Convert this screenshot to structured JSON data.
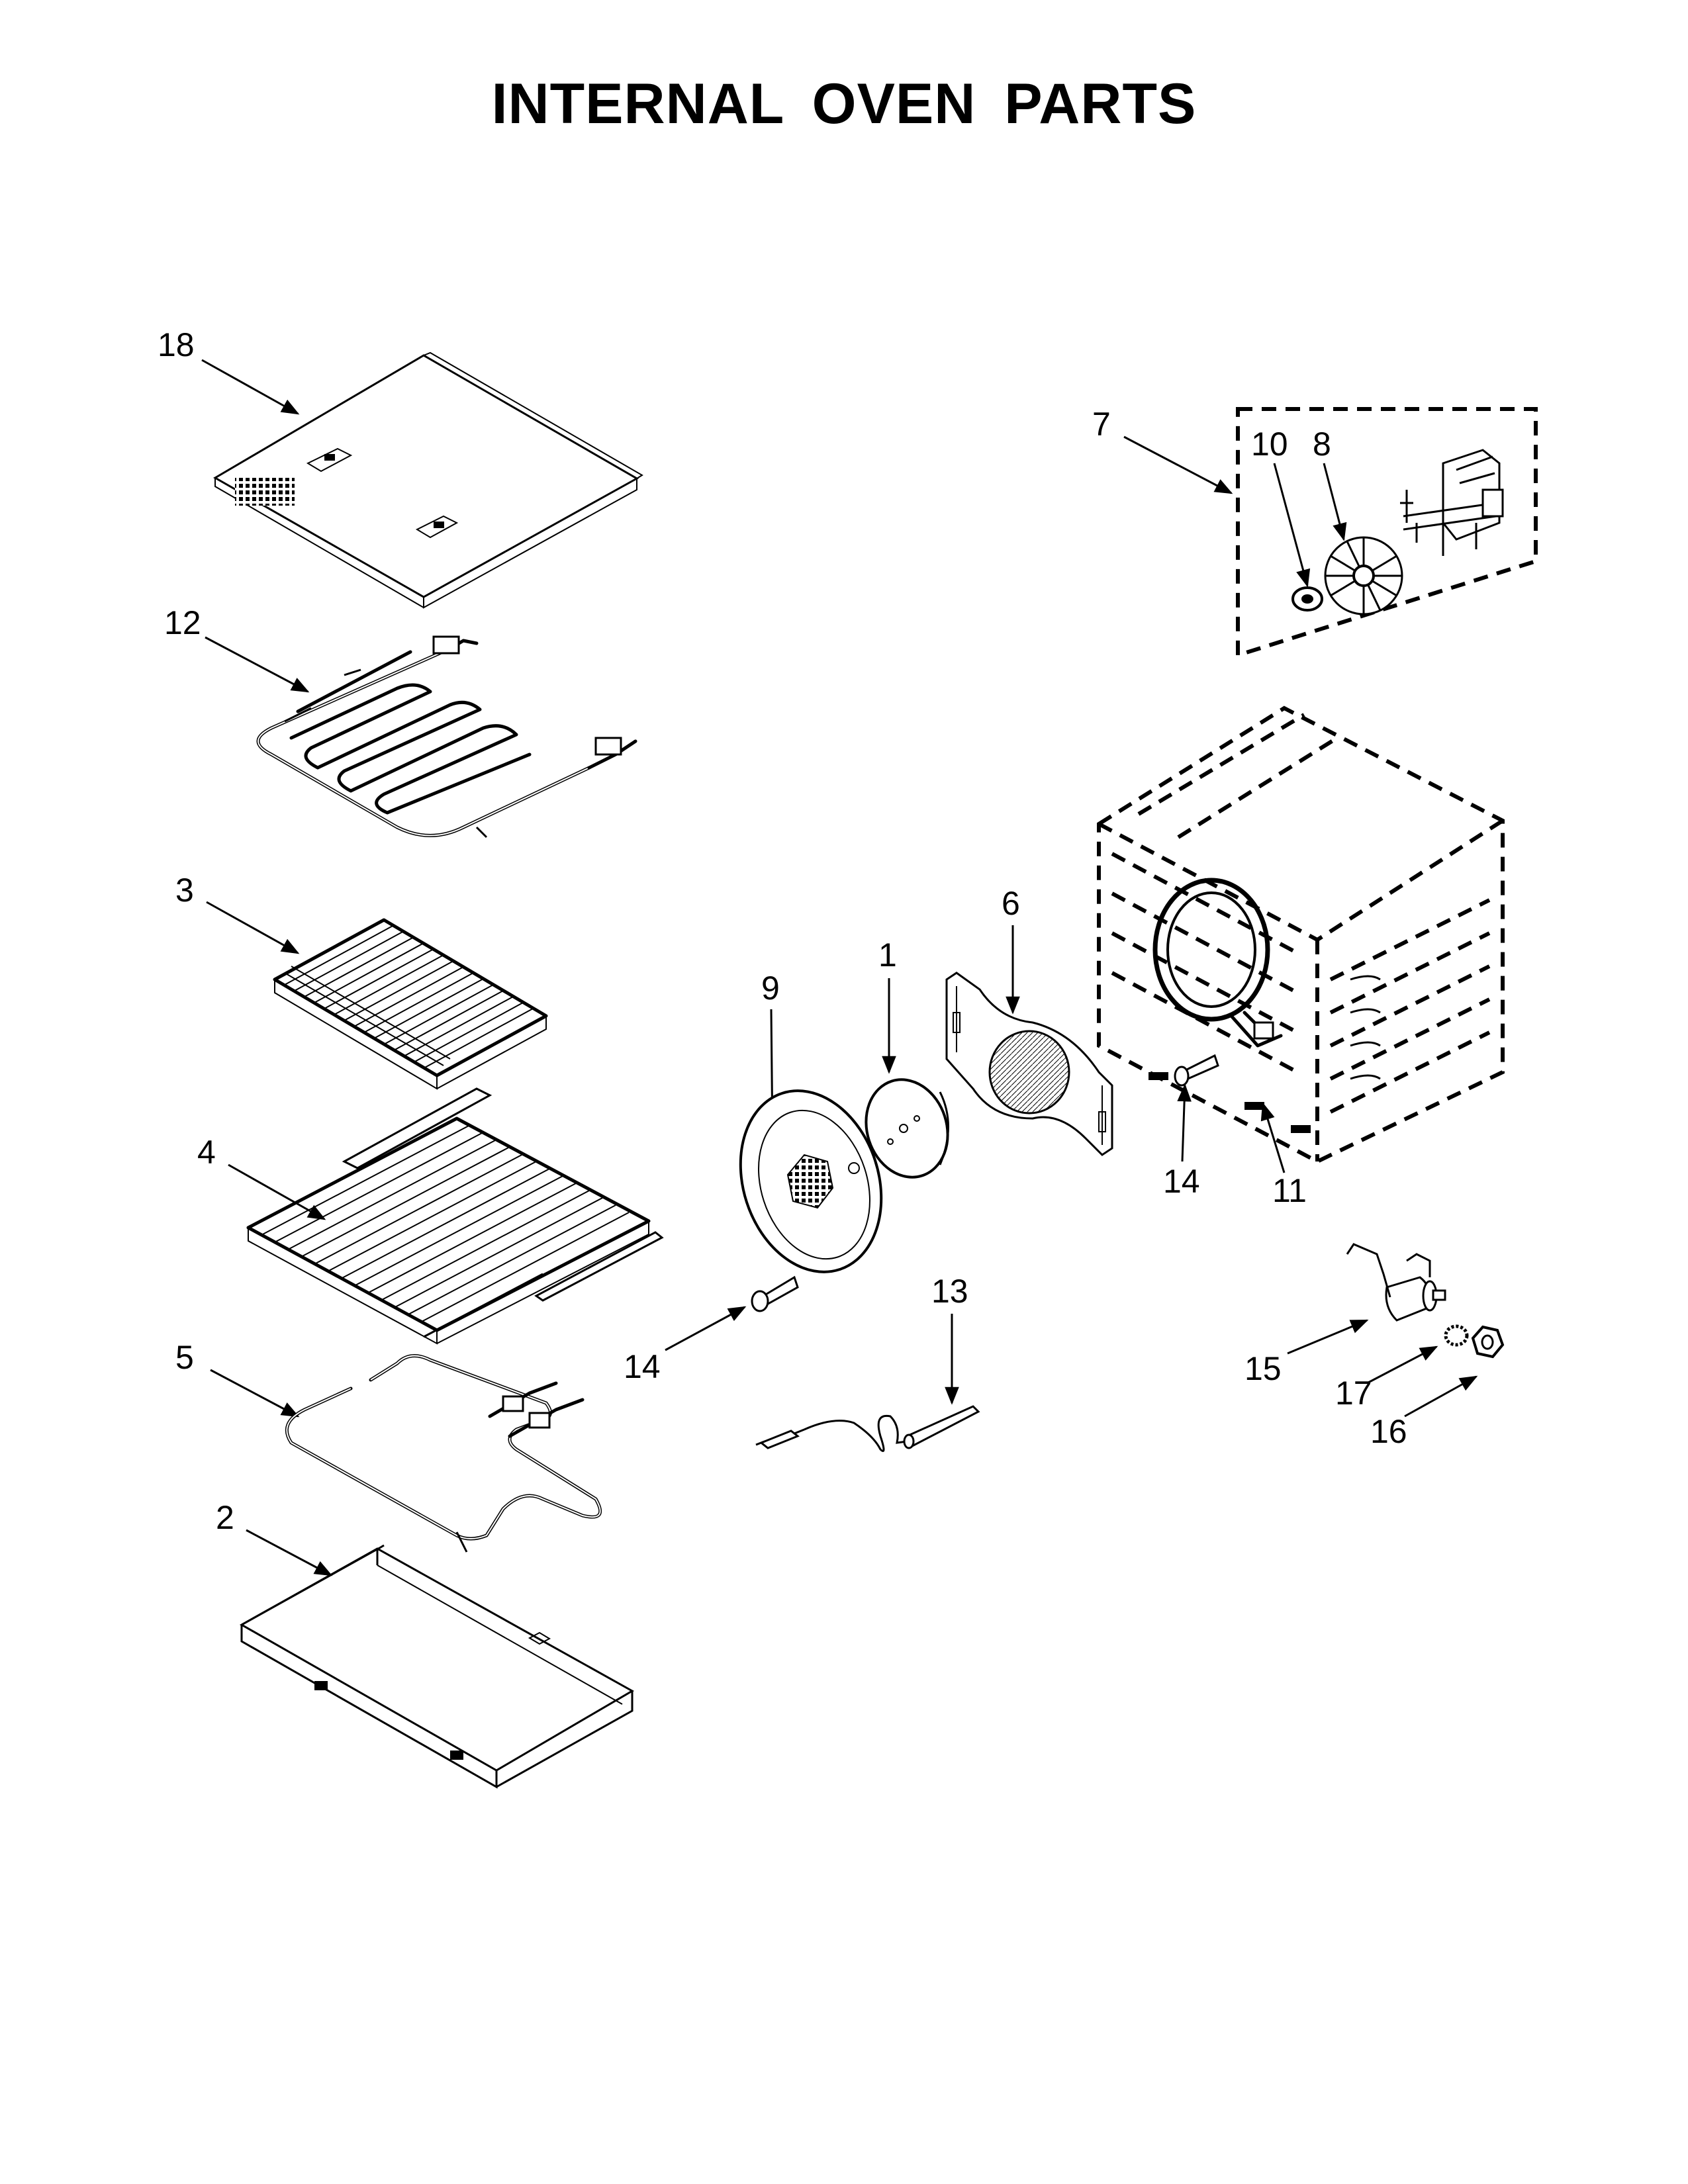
{
  "page": {
    "title": "INTERNAL OVEN PARTS"
  },
  "callouts": [
    {
      "id": "c18",
      "label": "18"
    },
    {
      "id": "c12",
      "label": "12"
    },
    {
      "id": "c3",
      "label": "3"
    },
    {
      "id": "c4",
      "label": "4"
    },
    {
      "id": "c5",
      "label": "5"
    },
    {
      "id": "c2",
      "label": "2"
    },
    {
      "id": "c7",
      "label": "7"
    },
    {
      "id": "c10",
      "label": "10"
    },
    {
      "id": "c8",
      "label": "8"
    },
    {
      "id": "c9",
      "label": "9"
    },
    {
      "id": "c1",
      "label": "1"
    },
    {
      "id": "c6",
      "label": "6"
    },
    {
      "id": "c11",
      "label": "11"
    },
    {
      "id": "c14a",
      "label": "14"
    },
    {
      "id": "c14b",
      "label": "14"
    },
    {
      "id": "c13",
      "label": "13"
    },
    {
      "id": "c15",
      "label": "15"
    },
    {
      "id": "c17",
      "label": "17"
    },
    {
      "id": "c16",
      "label": "16"
    }
  ]
}
